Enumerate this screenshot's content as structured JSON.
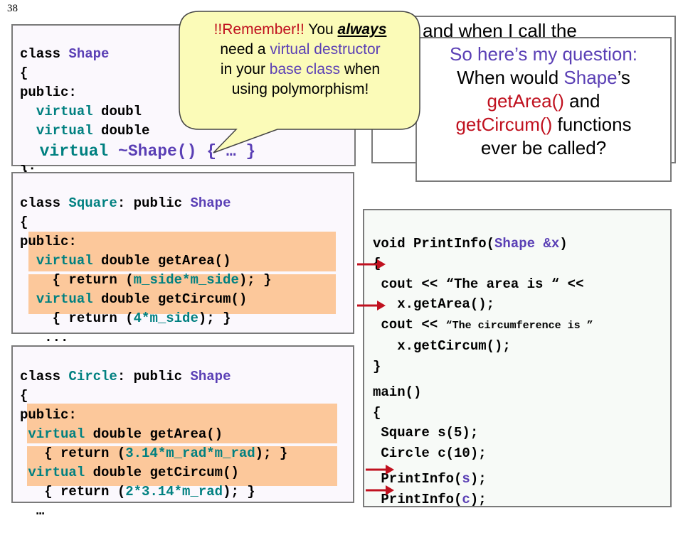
{
  "page_number": "38",
  "shape_class": {
    "l1a": "class ",
    "l1b": "Shape",
    "l2": "{",
    "l3": "public:",
    "l4a": "virtual",
    "l4b": " doubl",
    "l5a": "virtual",
    "l5b": " double",
    "l6a": "virtual",
    "l6b": " ~Shape() { … }",
    "l7": "};"
  },
  "square_class": {
    "l1a": "class ",
    "l1b": "Square",
    "l1c": ": public ",
    "l1d": "Shape",
    "l2": "{",
    "l3": "public:",
    "l4a": "virtual",
    "l4b": " double getArea()",
    "l5a": "  { return (",
    "l5b": "m_side*m_side",
    "l5c": "); }",
    "l6a": "virtual",
    "l6b": " double getCircum()",
    "l7a": "  { return (",
    "l7b": "4*m_side",
    "l7c": "); }",
    "l8": "..."
  },
  "circle_class": {
    "l1a": "class ",
    "l1b": "Circle",
    "l1c": ": public ",
    "l1d": "Shape",
    "l2": "{",
    "l3": "public:",
    "l4a": "virtual",
    "l4b": " double getArea()",
    "l5a": "  { return (",
    "l5b": "3.14*m_rad*m_rad",
    "l5c": "); }",
    "l6a": "virtual",
    "l6b": " double getCircum()",
    "l7a": "  { return (",
    "l7b": "2*3.14*m_rad",
    "l7c": "); }",
    "l8": "…"
  },
  "main_code": {
    "l1a": "void PrintInfo(",
    "l1b": "Shape",
    "l1c": " &x",
    "l1d": ")",
    "l2": "{",
    "l3a": "cout << ",
    "l3b": "“The area is “",
    "l3c": " <<",
    "l4": "   x.getArea();",
    "l5a": "cout << ",
    "l5b": "“The circumference is ”",
    "l6": "   x.getCircum();",
    "l7": "}",
    "l8": "main()",
    "l9": "{",
    "l10": " Square s(5);",
    "l11": " Circle c(10);",
    "l12a": " PrintInfo(",
    "l12b": "s",
    "l12c": ");",
    "l13a": " PrintInfo(",
    "l13b": "c",
    "l13c": ");"
  },
  "bubble": {
    "remember": "!!Remember!!",
    "t1": " You ",
    "always": "always",
    "t2": "need a ",
    "vd": "virtual destructor",
    "t3": "in your ",
    "bc": "base class",
    "t4": " when",
    "t5": "using polymorphism!"
  },
  "behind_box": {
    "text": "and when I call the"
  },
  "question": {
    "q1": "So here’s my question:",
    "q2a": "When would ",
    "q2b": "Shape",
    "q2c": "’s",
    "q3a": "getArea()",
    "q3b": " and",
    "q4a": "getCircum()",
    "q4b": " functions",
    "q5": "ever be called?"
  },
  "colors": {
    "keyword": "#008080",
    "type": "#5a3fb5",
    "highlight": "#fcc89b",
    "arrow": "#c0111f"
  }
}
